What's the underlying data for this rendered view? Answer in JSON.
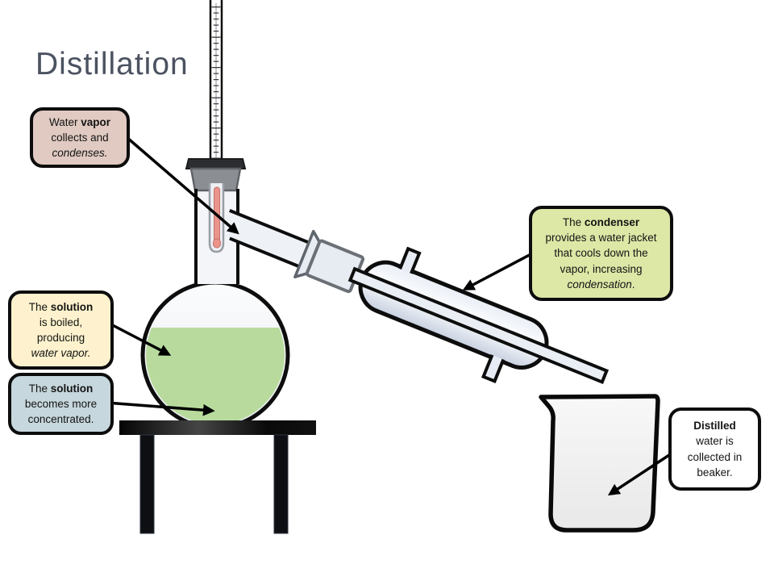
{
  "title": "Distillation",
  "colors": {
    "title_text": "#4b5260",
    "outline": "#0d0d0d",
    "solution_green": "#b8db9d",
    "flask_glass": "#f3f5f8",
    "condenser_glass": "#edf1f8",
    "thermometer_red": "#ea948c",
    "stand_black": "#0e0f12",
    "callout_vapor_bg": "#e0cac2",
    "callout_boiled_bg": "#fdf2cd",
    "callout_concentrated_bg": "#c6d7dd",
    "callout_condenser_bg": "#dde7a6",
    "callout_distilled_bg": "#ffffff"
  },
  "callouts": [
    {
      "id": "water-vapor",
      "bg": "#e0cac2",
      "segments": [
        {
          "t": "Water "
        },
        {
          "t": "vapor",
          "b": true
        },
        {
          "br": true
        },
        {
          "t": "collects and"
        },
        {
          "br": true
        },
        {
          "t": "condenses.",
          "i": true
        }
      ]
    },
    {
      "id": "solution-boiled",
      "bg": "#fdf2cd",
      "segments": [
        {
          "t": "The "
        },
        {
          "t": "solution",
          "b": true
        },
        {
          "br": true
        },
        {
          "t": "is boiled,"
        },
        {
          "br": true
        },
        {
          "t": "producing"
        },
        {
          "br": true
        },
        {
          "t": "water vapor.",
          "i": true
        }
      ]
    },
    {
      "id": "solution-concentrated",
      "bg": "#c6d7dd",
      "segments": [
        {
          "t": "The "
        },
        {
          "t": "solution",
          "b": true
        },
        {
          "br": true
        },
        {
          "t": "becomes more"
        },
        {
          "br": true
        },
        {
          "t": "concentrated."
        }
      ]
    },
    {
      "id": "condenser",
      "bg": "#dde7a6",
      "segments": [
        {
          "t": "The "
        },
        {
          "t": "condenser",
          "b": true
        },
        {
          "br": true
        },
        {
          "t": "provides a water jacket"
        },
        {
          "br": true
        },
        {
          "t": "that cools down the"
        },
        {
          "br": true
        },
        {
          "t": "vapor, increasing"
        },
        {
          "br": true
        },
        {
          "t": "condensation",
          "i": true
        },
        {
          "t": "."
        }
      ]
    },
    {
      "id": "distilled",
      "bg": "#ffffff",
      "segments": [
        {
          "t": "Distilled",
          "b": true
        },
        {
          "br": true
        },
        {
          "t": "water is"
        },
        {
          "br": true
        },
        {
          "t": "collected in"
        },
        {
          "br": true
        },
        {
          "t": "beaker."
        }
      ]
    }
  ]
}
